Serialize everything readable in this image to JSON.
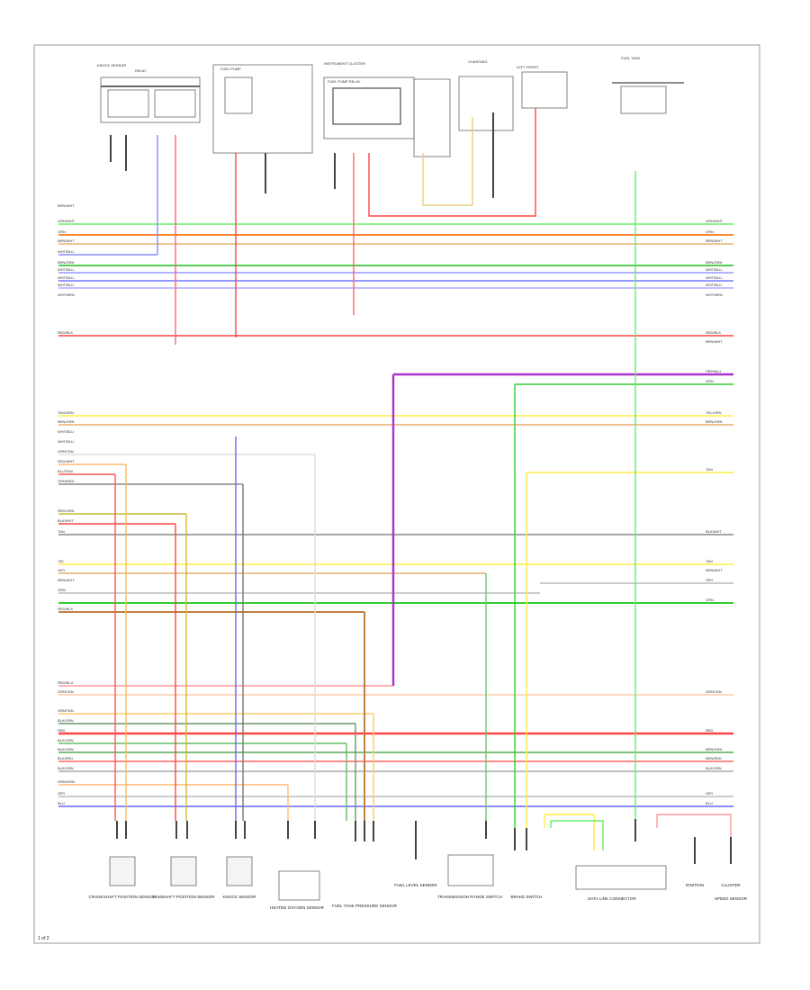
{
  "footer": {
    "ref": "1 of 2"
  },
  "colors": {
    "green": "#33dd33",
    "orange": "#ff9933",
    "tan": "#e8b070",
    "blue": "#6677ff",
    "red": "#ff4444",
    "purple": "#aa33cc",
    "yellow": "#ffee44",
    "grey": "#888888",
    "brown": "#c08040",
    "pink": "#ff9999",
    "violet": "#9966ff"
  },
  "left_wire_labels": [
    "BRN/WHT",
    "GRN/WHT",
    "ORN",
    "BRN/WHT",
    "WHT/BLU",
    "BRN/GRN",
    "WHT/BLU",
    "WHT/BLU",
    "WHT/BLU",
    "WHT/BRN",
    "RED/BLK",
    "TAN/GRN",
    "BRN/GRN",
    "WHT/BLU",
    "WHT/BLU",
    "GRN/TAN",
    "RED/WHT",
    "BLU/TAN",
    "GRN/RED",
    "RED/GRN",
    "BLK/WHT",
    "TAN",
    "YEL",
    "GRY",
    "BRN/WHT",
    "GRN",
    "RED/BLK",
    "RED/BLU",
    "ORN/TAN",
    "ORN/TAN",
    "BLK/GRN",
    "RED",
    "BLK/GRN",
    "BLK/GRN",
    "BLK/RED",
    "BLK/GRN",
    "ORN/GRN",
    "GRY",
    "BLU"
  ],
  "right_wire_labels": [
    "GRN/WHT",
    "ORN",
    "BRN/WHT",
    "BRN/GRN",
    "WHT/BLU",
    "WHT/BLU",
    "WHT/BLU",
    "WHT/BRN",
    "RED/BLK",
    "BRN/WHT",
    "PRP/BLU",
    "GRN",
    "YEL/GRN",
    "BRN/GRN",
    "TAN",
    "BLK/WHT",
    "TAN",
    "BRN/WHT",
    "GRY",
    "GRN",
    "ORN/TAN",
    "RED",
    "BRN/GRN",
    "BRN/RED",
    "BLK/GRN",
    "GRY",
    "BLU"
  ],
  "top_components": [
    "KNOCK SENSOR",
    "RELAY",
    "FUEL PUMP",
    "INSTRUMENT CLUSTER",
    "FUEL PUMP RELAY",
    "CHARGING",
    "LEFT FRONT",
    "FUEL TANK"
  ],
  "bottom_components": [
    "CRANKSHAFT POSITION SENSOR",
    "CAMSHAFT POSITION SENSOR",
    "KNOCK SENSOR",
    "HEATED OXYGEN SENSOR",
    "FUEL TANK PRESSURE SENSOR",
    "FUEL LEVEL SENDER",
    "TRANSMISSION RANGE SWITCH",
    "BRAKE SWITCH",
    "DATA LINK CONNECTOR",
    "IGNITION",
    "CLUSTER",
    "SPEED SENSOR"
  ]
}
